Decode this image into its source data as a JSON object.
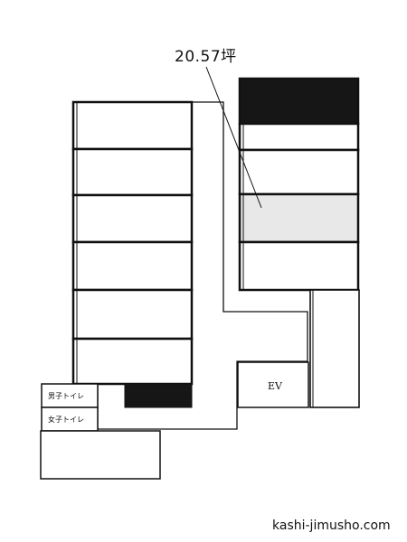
{
  "floor_plan": {
    "highlighted_area": "20.57坪",
    "elevator_label": "EV",
    "restroom_men": "男子トイレ",
    "restroom_women": "女子トイレ",
    "watermark": "kashi-jimusho.com",
    "colors": {
      "line": "#111111",
      "highlight_fill": "#e8e8e8",
      "dark_fill": "#161616",
      "background": "#ffffff"
    }
  }
}
